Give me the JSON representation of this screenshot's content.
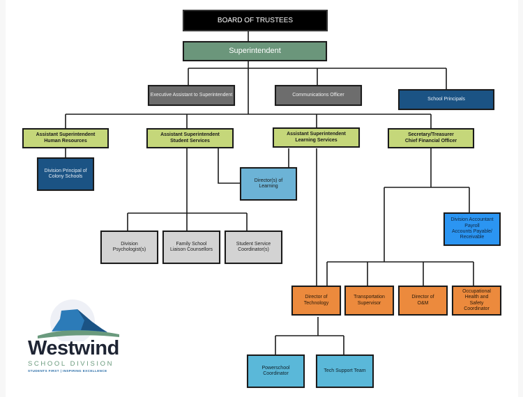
{
  "chart": {
    "title": "Westwind School Division Organizational Chart",
    "nodes": {
      "board": "BOARD OF TRUSTEES",
      "superintendent": "Superintendent",
      "exec_assistant": "Executive Assistant to Superintendent",
      "communications": "Communications Officer",
      "school_principals": "School Principals",
      "asst_hr": "Assistant Superintendent\nHuman Resources",
      "asst_student": "Assistant Superintendent\nStudent Services",
      "asst_learning": "Assistant Superintendent\nLearning Services",
      "cfo": "Secretary/Treasurer\nChief Financial Officer",
      "colony": "Division Principal of\nColony Schools",
      "directors_learning": "Director(s) of\nLearning",
      "psychologists": "Division\nPsychologist(s)",
      "liaison": "Family School\nLiaison Counsellors",
      "ss_coordinator": "Student Service\nCoordinator(s)",
      "accountant": "Division Accountant\nPayroll\nAccounts Payable/\nReceivable",
      "dir_tech": "Director of\nTechnology",
      "transport": "Transportation\nSupervisor",
      "dir_om": "Director of\nO&M",
      "ohs": "Occupational\nHealth and\nSafety\nCoordinator",
      "powerschool": "Powerschool\nCoordinator",
      "tech_support": "Tech Support Team"
    },
    "colors": {
      "board": "#000000",
      "superintendent": "#6b967b",
      "staff_gray": "#6d6d6d",
      "navy": "#1b5384",
      "assistant_lime": "#c5d77a",
      "light_blue": "#6cb3d6",
      "light_gray": "#d3d3d3",
      "bright_blue": "#2b95f2",
      "orange": "#ec8a3d",
      "cyan": "#5ab8d9"
    }
  },
  "logo": {
    "name": "Westwind",
    "subtitle": "SCHOOL DIVISION",
    "tagline": "STUDENTS FIRST | INSPIRING EXCELLENCE"
  }
}
